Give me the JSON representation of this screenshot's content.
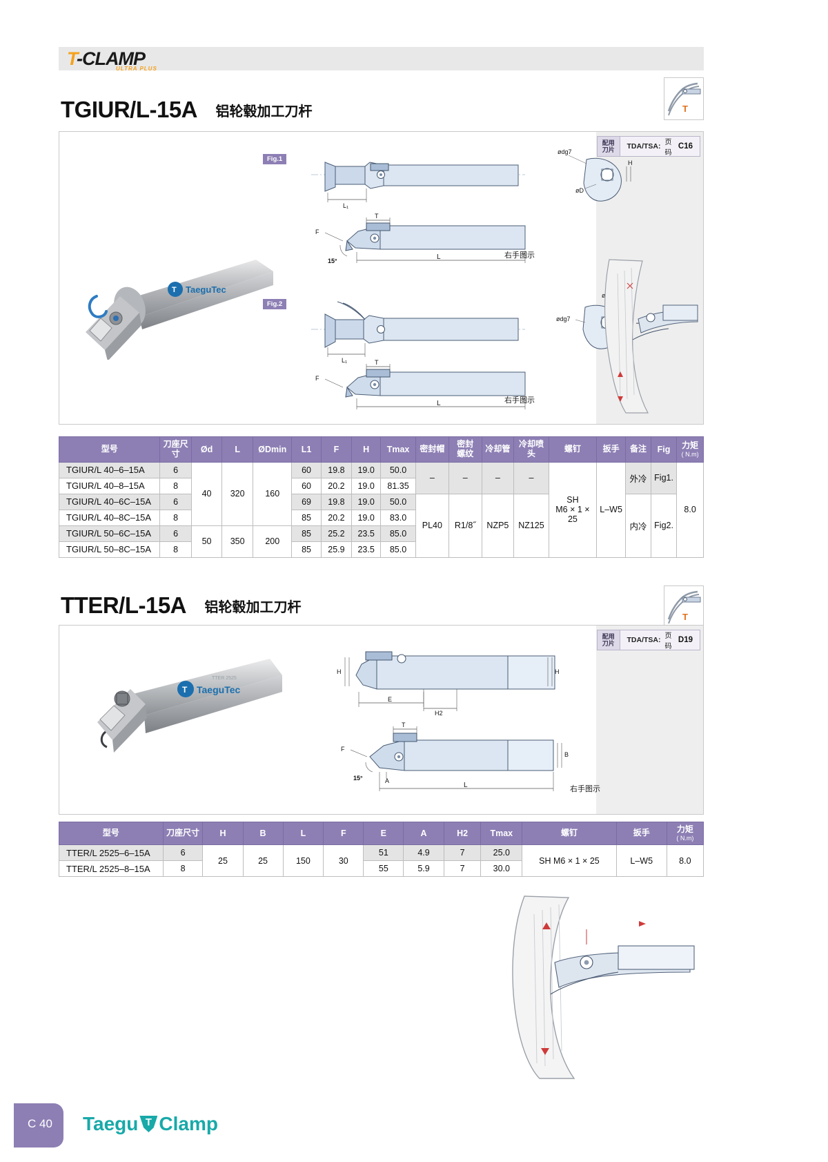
{
  "brand": {
    "logo_main": "T-CLAMP",
    "logo_t": "T",
    "logo_rest": "-CLAMP",
    "logo_sub": "ULTRA PLUS"
  },
  "sections": [
    {
      "code": "TGIUR/L-15A",
      "cn_title": "铝轮毂加工刀杆",
      "insert_box": {
        "label": "配用刀片",
        "label_l1": "配用",
        "label_l2": "刀片",
        "series": "TDA/TSA:",
        "page_word": "页码",
        "page_code": "C16"
      },
      "fig_tags": [
        "Fig.1",
        "Fig.2"
      ],
      "hand_notes": [
        "右手图示",
        "右手图示"
      ],
      "dim_labels": [
        "L1",
        "T",
        "F",
        "L",
        "15°",
        "ødg7",
        "øD",
        "H",
        "L1",
        "T",
        "F",
        "L",
        "øD",
        "ødg7",
        "H"
      ]
    },
    {
      "code": "TTER/L-15A",
      "cn_title": "铝轮毂加工刀杆",
      "insert_box": {
        "label": "配用刀片",
        "label_l1": "配用",
        "label_l2": "刀片",
        "series": "TDA/TSA:",
        "page_word": "页码",
        "page_code": "D19"
      },
      "hand_notes": [
        "右手图示"
      ],
      "dim_labels": [
        "H",
        "H",
        "E",
        "H2",
        "T",
        "F",
        "A",
        "B",
        "L",
        "15°"
      ]
    }
  ],
  "table1": {
    "headers": [
      {
        "text": "型号",
        "cn": true
      },
      {
        "text": "刀座尺寸",
        "cn": true
      },
      {
        "text": "Ød",
        "cn": false
      },
      {
        "text": "L",
        "cn": false
      },
      {
        "text": "ØDmin",
        "cn": false
      },
      {
        "text": "L1",
        "cn": false
      },
      {
        "text": "F",
        "cn": false
      },
      {
        "text": "H",
        "cn": false
      },
      {
        "text": "Tmax",
        "cn": false
      },
      {
        "text": "密封帽",
        "cn": true
      },
      {
        "text": "密封螺纹",
        "cn": true,
        "line1": "密封",
        "line2": "螺纹"
      },
      {
        "text": "冷却管",
        "cn": true
      },
      {
        "text": "冷却喷头",
        "cn": true
      },
      {
        "text": "螺钉",
        "cn": true
      },
      {
        "text": "扳手",
        "cn": true
      },
      {
        "text": "备注",
        "cn": true
      },
      {
        "text": "Fig",
        "cn": false
      },
      {
        "text": "力矩",
        "cn": true,
        "sub": "( N.m)"
      }
    ],
    "rows": [
      {
        "model": "TGIUR/L 40–6–15A",
        "seat": "6",
        "L1": "60",
        "F": "19.8",
        "H": "19.0",
        "Tmax": "50.0"
      },
      {
        "model": "TGIUR/L 40–8–15A",
        "seat": "8",
        "L1": "60",
        "F": "20.2",
        "H": "19.0",
        "Tmax": "81.35"
      },
      {
        "model": "TGIUR/L 40–6C–15A",
        "seat": "6",
        "L1": "69",
        "F": "19.8",
        "H": "19.0",
        "Tmax": "50.0"
      },
      {
        "model": "TGIUR/L 40–8C–15A",
        "seat": "8",
        "L1": "85",
        "F": "20.2",
        "H": "19.0",
        "Tmax": "83.0"
      },
      {
        "model": "TGIUR/L 50–6C–15A",
        "seat": "6",
        "L1": "85",
        "F": "25.2",
        "H": "23.5",
        "Tmax": "85.0"
      },
      {
        "model": "TGIUR/L 50–8C–15A",
        "seat": "8",
        "L1": "85",
        "F": "25.9",
        "H": "23.5",
        "Tmax": "85.0"
      }
    ],
    "merged": {
      "Od_g1": "40",
      "L_g1": "320",
      "ODmin_g1": "160",
      "Od_g2": "50",
      "L_g2": "350",
      "ODmin_g2": "200",
      "seal_cap_top": "–",
      "seal_thread_top": "–",
      "cool_pipe_top": "–",
      "cool_nozzle_top": "–",
      "seal_cap_bot": "PL40",
      "seal_thread_bot": "R1/8˝",
      "cool_pipe_bot": "NZP5",
      "cool_nozzle_bot": "NZ125",
      "screw": "SH M6 × 1 × 25",
      "screw_l1": "SH",
      "screw_l2": "M6 × 1 × 25",
      "wrench": "L–W5",
      "note_top": "外冷",
      "note_bot": "内冷",
      "fig_top": "Fig1.",
      "fig_bot": "Fig2.",
      "torque": "8.0"
    }
  },
  "table2": {
    "headers": [
      {
        "text": "型号",
        "cn": true
      },
      {
        "text": "刀座尺寸",
        "cn": true
      },
      {
        "text": "H",
        "cn": false
      },
      {
        "text": "B",
        "cn": false
      },
      {
        "text": "L",
        "cn": false
      },
      {
        "text": "F",
        "cn": false
      },
      {
        "text": "E",
        "cn": false
      },
      {
        "text": "A",
        "cn": false
      },
      {
        "text": "H2",
        "cn": false
      },
      {
        "text": "Tmax",
        "cn": false
      },
      {
        "text": "螺钉",
        "cn": true
      },
      {
        "text": "扳手",
        "cn": true
      },
      {
        "text": "力矩",
        "cn": true,
        "sub": "( N.m)"
      }
    ],
    "rows": [
      {
        "model": "TTER/L 2525–6–15A",
        "seat": "6",
        "E": "51",
        "A": "4.9",
        "H2": "7",
        "Tmax": "25.0"
      },
      {
        "model": "TTER/L 2525–8–15A",
        "seat": "8",
        "E": "55",
        "A": "5.9",
        "H2": "7",
        "Tmax": "30.0"
      }
    ],
    "merged": {
      "H": "25",
      "B": "25",
      "L": "150",
      "F": "30",
      "screw": "SH M6 × 1 × 25",
      "wrench": "L–W5",
      "torque": "8.0"
    }
  },
  "footer": {
    "page": "C 40",
    "logo_part1": "Taegu",
    "logo_badge": "T",
    "logo_part2": "Clamp"
  }
}
